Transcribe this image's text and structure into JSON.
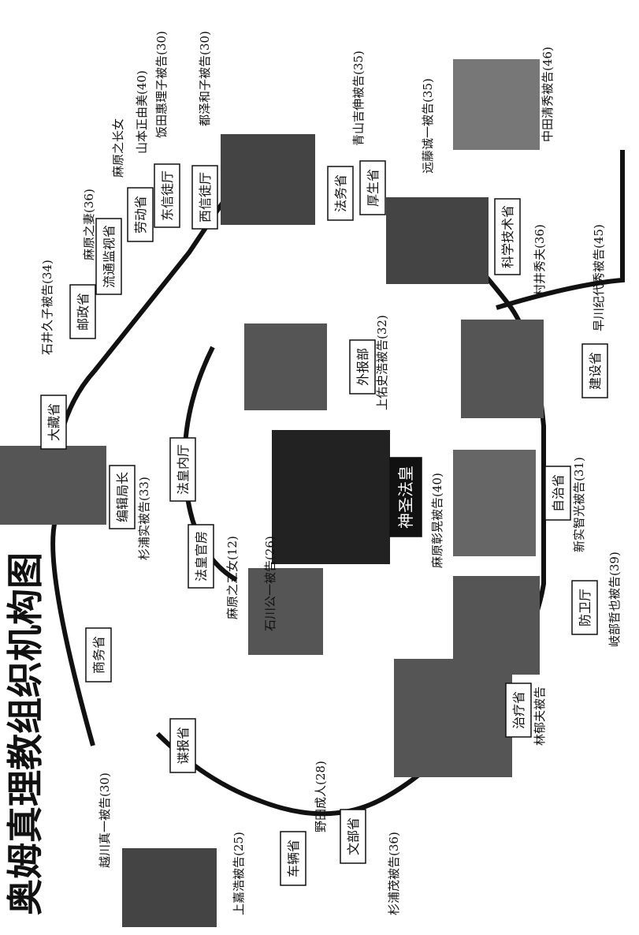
{
  "title": "奥姆真理教组织机构图",
  "leader": {
    "box": "神圣法皇",
    "caption": "麻原彰晃被告(40)"
  },
  "top_boxes": {
    "editor": "编辑局长",
    "editor_caption": "杉浦实被告(33)",
    "commerce": "商务省",
    "intel": "谍报省",
    "vehicle": "车辆省",
    "culture": "文部省",
    "treasury": "大藏省",
    "post": "邮政省",
    "distribution": "流通监视省",
    "labor": "劳动省",
    "east": "东信徒厅",
    "west": "西信徒厅",
    "justice": "法务省",
    "health": "厚生省",
    "inner": "法皇内厅",
    "office": "法皇官房",
    "foreign": "外报部",
    "science": "科学技术省",
    "construction": "建设省",
    "autonomy": "自治省",
    "defense": "防卫厅",
    "medical": "治疗省"
  },
  "captions": {
    "koshikawa": "越川真一被告(30)",
    "uegai": "上嘉浩被告(25)",
    "noda": "野田成人(28)",
    "sugiura_shigeru": "杉浦茂被告(36)",
    "ishii": "石井久子被告(34)",
    "asahara_wife": "麻原之妻(36)",
    "asahara_daughter_a": "麻原之长女",
    "yamamoto": "山本正由美(40)",
    "iida": "饭田惠理子被告(30)",
    "tozawa": "都泽和子被告(30)",
    "aoyama": "青山吉伸被告(35)",
    "endo": "远藤诚一被告(35)",
    "nakata": "中田清秀被告(46)",
    "murai": "村井秀夫(36)",
    "hayakawa": "早川纪代秀被告(45)",
    "joyu": "上佑史浩被告(32)",
    "ishikawa": "石川公一被告(26)",
    "asahara_daughter_3": "麻原之三女(12)",
    "niimi": "新实智光被告(31)",
    "kibe": "岐部哲也被告(39)",
    "hayashi": "林郁夫被告"
  },
  "icons": {
    "portrait": "portrait-photo-icon"
  },
  "colors": {
    "ink": "#111111",
    "leader_bg": "#111111",
    "leader_fg": "#ffffff"
  }
}
